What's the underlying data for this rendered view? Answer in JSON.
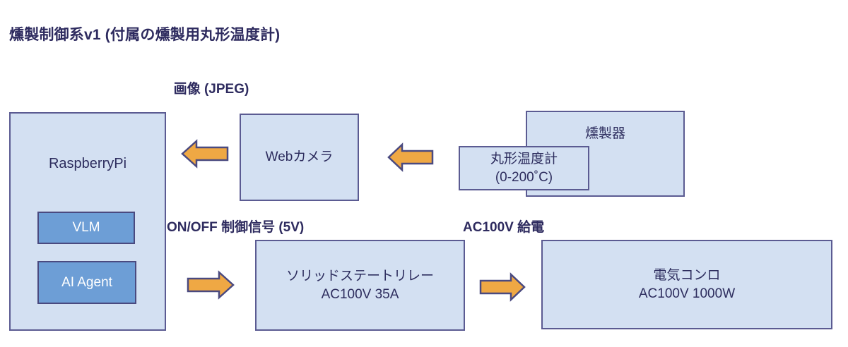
{
  "diagram": {
    "title": "燻製制御系v1 (付属の燻製用丸形温度計)",
    "colors": {
      "box_fill": "#d3e0f2",
      "box_border": "#5b5b92",
      "inner_box_fill": "#6d9ed6",
      "inner_box_border": "#4a4a80",
      "text": "#2d2d5e",
      "arrow_fill": "#efa844",
      "arrow_border": "#4a4a80",
      "background": "#ffffff"
    },
    "nodes": {
      "raspberrypi": {
        "label": "RaspberryPi",
        "children": [
          {
            "label": "VLM"
          },
          {
            "label": "AI Agent"
          }
        ]
      },
      "webcam": {
        "label": "Webカメラ"
      },
      "smoker": {
        "label": "燻製器"
      },
      "thermometer": {
        "line1": "丸形温度計",
        "line2": "(0-200˚C)"
      },
      "ssr": {
        "line1": "ソリッドステートリレー",
        "line2": "AC100V 35A"
      },
      "stove": {
        "line1": "電気コンロ",
        "line2": "AC100V 1000W"
      }
    },
    "edges": {
      "image_jpeg": {
        "line1": "画像",
        "line2": "(JPEG)",
        "arrow": "arrow-left",
        "from": "webcam",
        "to": "raspberrypi"
      },
      "capture": {
        "arrow": "arrow-left",
        "from": "smoker",
        "to": "webcam"
      },
      "onoff_signal": {
        "line1": "ON/OFF",
        "line2": "制御信号",
        "line3": "(5V)",
        "arrow": "arrow-right",
        "from": "raspberrypi",
        "to": "ssr"
      },
      "ac_power": {
        "line1": "AC100V",
        "line2": "給電",
        "arrow": "arrow-right",
        "from": "ssr",
        "to": "stove"
      }
    }
  }
}
